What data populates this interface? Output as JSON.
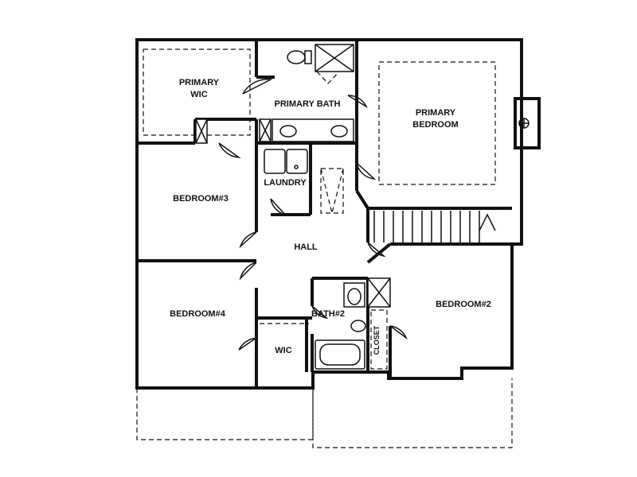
{
  "rooms": {
    "primary_wic_line1": "PRIMARY",
    "primary_wic_line2": "WIC",
    "primary_bath": "PRIMARY BATH",
    "primary_bedroom_line1": "PRIMARY",
    "primary_bedroom_line2": "BEDROOM",
    "laundry": "LAUNDRY",
    "bedroom3": "BEDROOM#3",
    "hall": "HALL",
    "bedroom4": "BEDROOM#4",
    "wic": "WIC",
    "bath2": "BATH#2",
    "closet": "CLOSET",
    "bedroom2": "BEDROOM#2"
  },
  "colors": {
    "wall": "#111111",
    "background": "#ffffff"
  }
}
